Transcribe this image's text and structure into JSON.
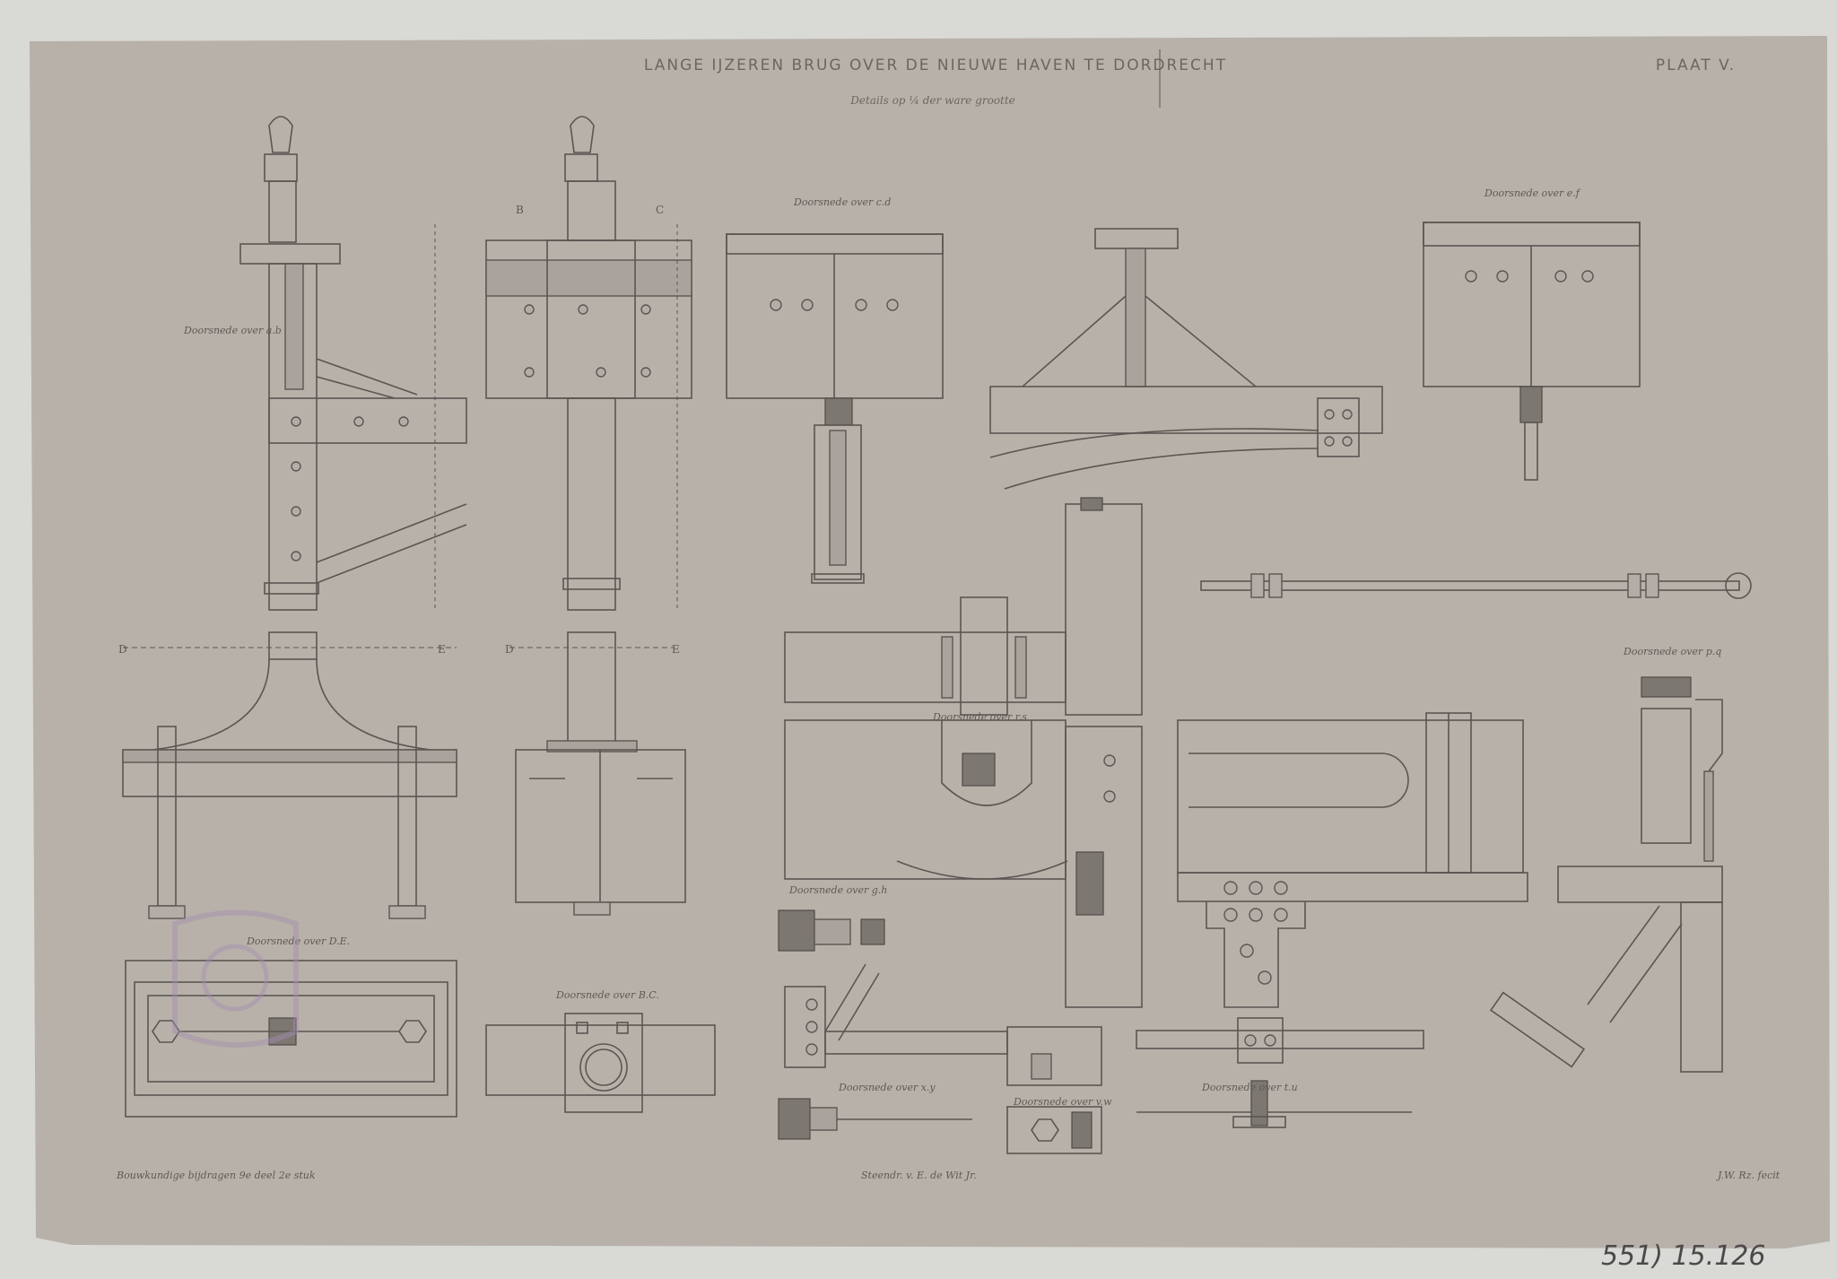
{
  "plate": {
    "title": "LANGE IJZEREN BRUG OVER DE NIEUWE HAVEN TE DORDRECHT",
    "plate_number": "PLAAT V.",
    "subtitle": "Details op ¼ der ware grootte"
  },
  "section_labels": {
    "ab": "Doorsnede over a.b",
    "cd": "Doorsnede over c.d",
    "ef": "Doorsnede over e.f",
    "DE": "Doorsnede over D.E.",
    "BC": "Doorsnede over B.C.",
    "gh": "Doorsnede over g.h",
    "rs": "Doorsnede over r.s",
    "xy": "Doorsnede over x.y",
    "vw": "Doorsnede over v.w",
    "tu": "Doorsnede over t.u",
    "pq": "Doorsnede over p.q"
  },
  "cut_letters": {
    "B": "B",
    "C": "C",
    "D": "D",
    "E": "E"
  },
  "credits": {
    "publication": "Bouwkundige bijdragen 9e deel 2e stuk",
    "printer": "Steendr. v. E. de Wit Jr.",
    "engraver": "J.W. Rz. fecit"
  },
  "archive_number": "551) 15.126",
  "colors": {
    "paper": "#b8b1aa",
    "ink": "#5a5652",
    "stamp": "#a58fb0"
  }
}
